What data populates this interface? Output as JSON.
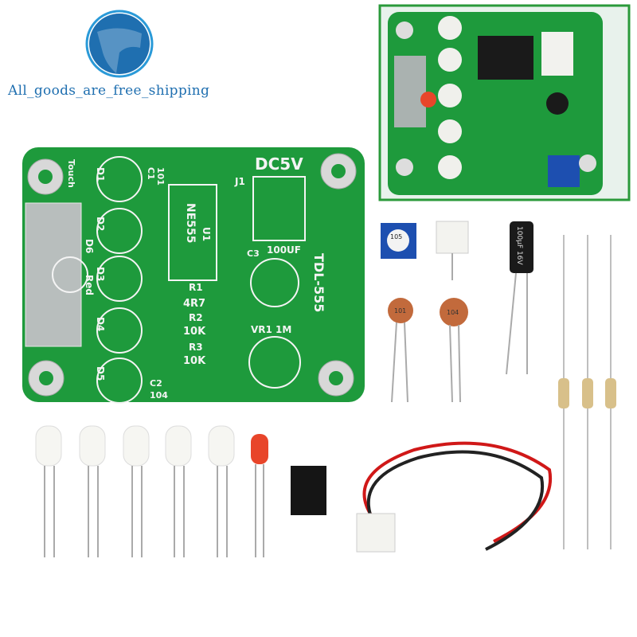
{
  "watermark": {
    "text": "All_goods_are_free_shipping",
    "icon": "globe-icon",
    "color": "#1f6fb0"
  },
  "pcb": {
    "power": "DC5V",
    "model": "TDL-555",
    "chip": "NE555",
    "chip_ref": "U1",
    "connector": "J1",
    "touch": "Touch",
    "d6": "D6",
    "red": "Red",
    "leds": [
      "D1",
      "D2",
      "D3",
      "D4",
      "D5"
    ],
    "r1": "R1",
    "r1v": "4R7",
    "r2": "R2",
    "r2v": "10K",
    "r3": "R3",
    "r3v": "10K",
    "c1": "C1",
    "c1v": "101",
    "c2": "C2",
    "c2v": "104",
    "c3": "C3",
    "c3v": "100UF",
    "vr1": "VR1 1M"
  },
  "parts": {
    "capacitor_101": "101",
    "capacitor_104": "104",
    "electrolytic": "100μF 16V",
    "trimpot": "105"
  },
  "colors": {
    "pcb": "#1e9a3c",
    "frame": "#2a9a3a",
    "led_red": "#e8452a",
    "wire_red": "#d01818"
  }
}
